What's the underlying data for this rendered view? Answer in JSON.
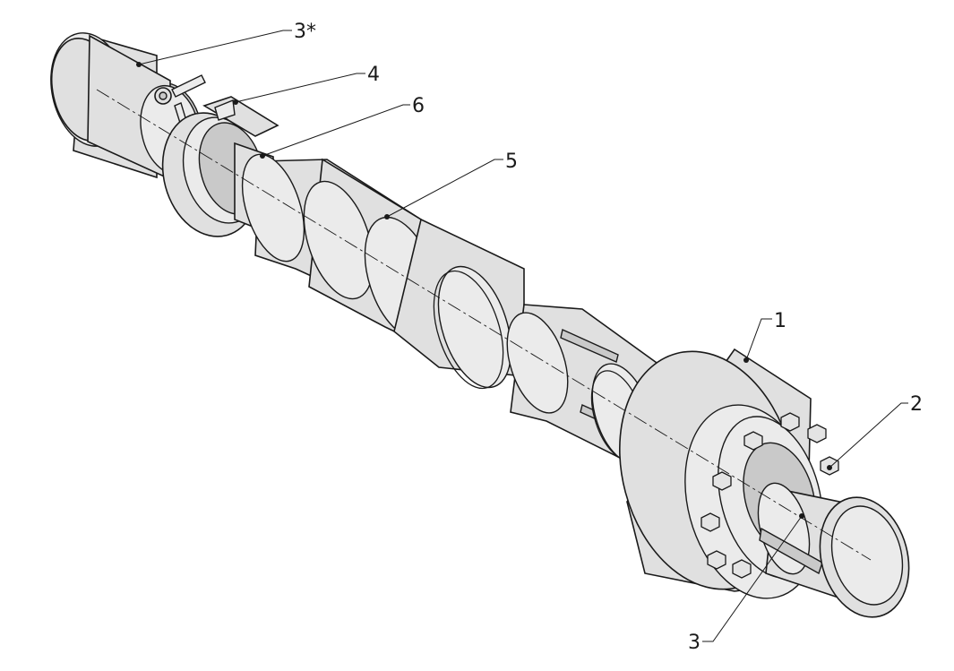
{
  "labels": {
    "part_1": "1",
    "part_2": "2",
    "part_3_right": "3",
    "part_3_star": "3*",
    "part_4": "4",
    "part_5": "5",
    "part_6": "6"
  }
}
